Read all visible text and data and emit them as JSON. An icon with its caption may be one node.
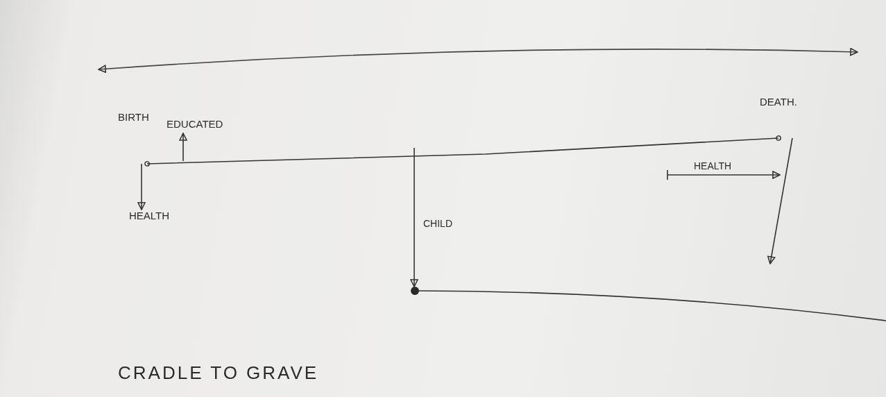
{
  "diagram": {
    "title": "CRADLE TO GRAVE",
    "nodes": [
      {
        "text": [
          "BIRTH"
        ]
      },
      {
        "text": [
          "EDUCATED"
        ]
      },
      {
        "text": [
          "HEALTH"
        ]
      },
      {
        "text": [
          "DEATH."
        ]
      },
      {
        "text": [],
        "shape": "circle"
      }
    ],
    "edges": [
      {
        "from": 0,
        "to": 3,
        "arrow": "other"
      },
      {
        "from": 0,
        "to": 2,
        "arrow": "to"
      },
      {
        "from": null,
        "to": 1,
        "arrow": "to"
      },
      {
        "from": null,
        "to": 4,
        "arrow": "to",
        "label": "CHILD"
      },
      {
        "from": 4,
        "to": null,
        "arrow": "none"
      },
      {
        "from": 3,
        "to": null,
        "arrow": "to"
      }
    ],
    "labels": [
      "HEALTH"
    ]
  }
}
